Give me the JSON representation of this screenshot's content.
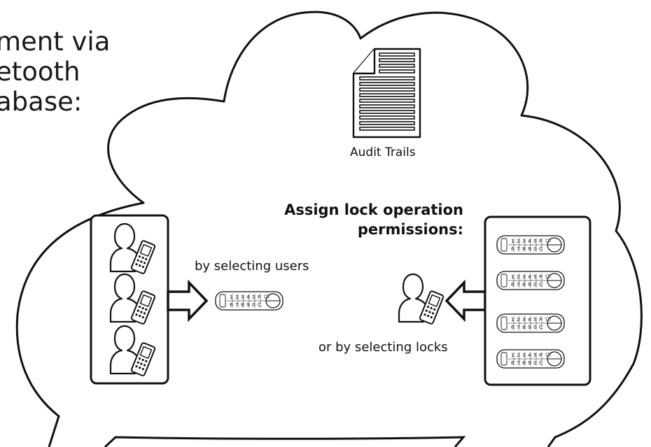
{
  "heading": {
    "lines": [
      "ment via",
      "etooth",
      "abase:"
    ]
  },
  "labels": {
    "audit_trails": "Audit Trails",
    "assign_line1": "Assign lock operation",
    "assign_line2": "permissions:",
    "by_users": "by selecting users",
    "by_locks": "or by selecting locks"
  },
  "keypad": {
    "row1": [
      "1",
      "2",
      "3",
      "4",
      "5",
      "P"
    ],
    "row2": [
      "6",
      "7",
      "8",
      "9",
      "0",
      "C"
    ]
  },
  "colors": {
    "stroke": "#111111",
    "text": "#1a1a1a",
    "background": "#ffffff"
  },
  "icons": [
    "cloud-outline",
    "document-icon",
    "user-with-phone-icon",
    "keypad-lock-icon",
    "arrow-right-icon",
    "arrow-left-icon"
  ]
}
